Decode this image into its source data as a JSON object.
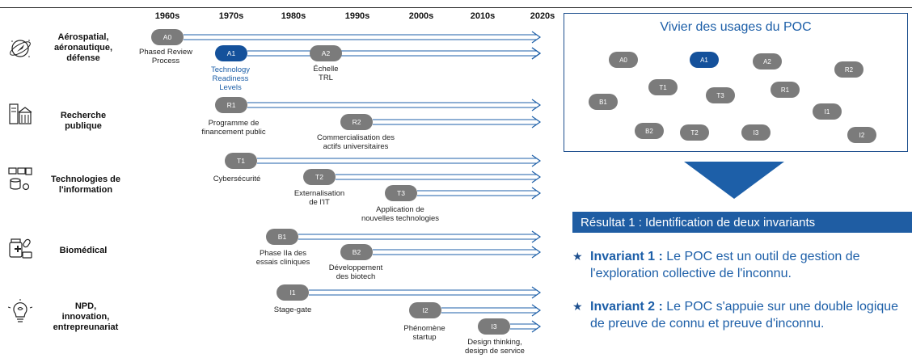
{
  "decades": [
    "1960s",
    "1970s",
    "1980s",
    "1990s",
    "2000s",
    "2010s",
    "2020s"
  ],
  "domains": [
    {
      "label": "Aérospatial,\naéronautique,\ndéfense",
      "icon": "rocket-planet-icon"
    },
    {
      "label": "Recherche\npublique",
      "icon": "research-building-icon"
    },
    {
      "label": "Technologies de\nl'information",
      "icon": "computer-network-icon"
    },
    {
      "label": "Biomédical",
      "icon": "medicine-kit-icon"
    },
    {
      "label": "NPD,\ninnovation,\nentrepreunariat",
      "icon": "lightbulb-brain-icon"
    }
  ],
  "usages": [
    {
      "id": "A0",
      "caption": "Phased Review\nProcess"
    },
    {
      "id": "A1",
      "caption": "Technology\nReadiness\nLevels",
      "highlight": true
    },
    {
      "id": "A2",
      "caption": "Échelle\nTRL"
    },
    {
      "id": "R1",
      "caption": "Programme de\nfinancement public"
    },
    {
      "id": "R2",
      "caption": "Commercialisation des\nactifs universitaires"
    },
    {
      "id": "T1",
      "caption": "Cybersécurité"
    },
    {
      "id": "T2",
      "caption": "Externalisation\nde l'IT"
    },
    {
      "id": "T3",
      "caption": "Application de\nnouvelles technologies"
    },
    {
      "id": "B1",
      "caption": "Phase IIa des\nessais cliniques"
    },
    {
      "id": "B2",
      "caption": "Développement\ndes biotech"
    },
    {
      "id": "I1",
      "caption": "Stage-gate"
    },
    {
      "id": "I2",
      "caption": "Phénomène\nstartup"
    },
    {
      "id": "I3",
      "caption": "Design thinking,\ndesign de service"
    }
  ],
  "pool": {
    "title": "Vivier des usages du POC",
    "items": [
      "A0",
      "A1",
      "A2",
      "R2",
      "B1",
      "T1",
      "T3",
      "R1",
      "I1",
      "B2",
      "T2",
      "I3",
      "I2"
    ]
  },
  "result": {
    "title": "Résultat 1 : Identification de deux invariants",
    "invariants": [
      {
        "head": "Invariant 1 :",
        "text": "Le POC est un outil de gestion de l'exploration collective de l'inconnu."
      },
      {
        "head": "Invariant 2 :",
        "text": "Le POC s'appuie sur une double logique de preuve de connu et preuve d'inconnu."
      }
    ]
  },
  "colors": {
    "accent": "#1f5da3",
    "bubble": "#7b7b7b",
    "bubble_selected": "#14519b",
    "arrow": "#1d5fa8"
  }
}
